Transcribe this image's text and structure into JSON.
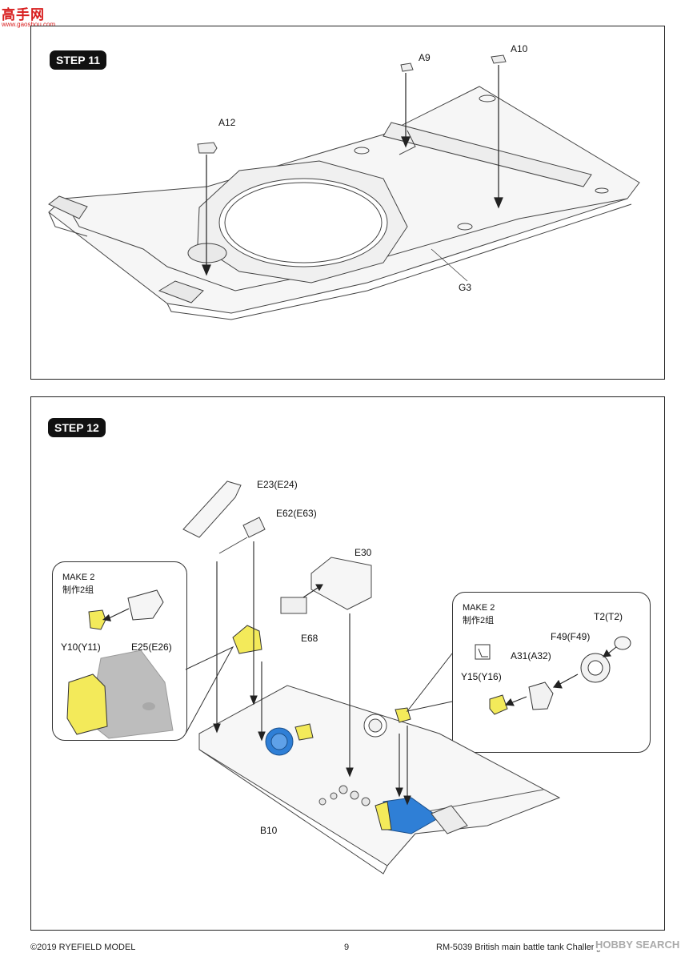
{
  "watermark": {
    "title": "高手网",
    "url": "www.gaoshou.com"
  },
  "step11": {
    "badge": "STEP 11",
    "parts": {
      "a9": "A9",
      "a10": "A10",
      "a12": "A12",
      "g3": "G3"
    }
  },
  "step12": {
    "badge": "STEP 12",
    "parts": {
      "e23": "E23(E24)",
      "e62": "E62(E63)",
      "e30": "E30",
      "e68": "E68",
      "b10": "B10",
      "y10": "Y10(Y11)",
      "e25": "E25(E26)",
      "t2": "T2(T2)",
      "f49": "F49(F49)",
      "a31": "A31(A32)",
      "y15": "Y15(Y16)"
    },
    "left_sub": {
      "line1": "MAKE 2",
      "line2": "制作2组"
    },
    "right_sub": {
      "line1": "MAKE 2",
      "line2": "制作2组"
    }
  },
  "footer": {
    "copyright": "©2019 RYEFIELD MODEL",
    "page": "9",
    "title": "RM-5039 British main battle tank Challenger 2 TES",
    "logo": "HOBBY SEARCH"
  },
  "colors": {
    "highlight_yellow": "#f3ea5a",
    "highlight_blue": "#2f7fd6",
    "watermark_red": "#d81e1e"
  }
}
